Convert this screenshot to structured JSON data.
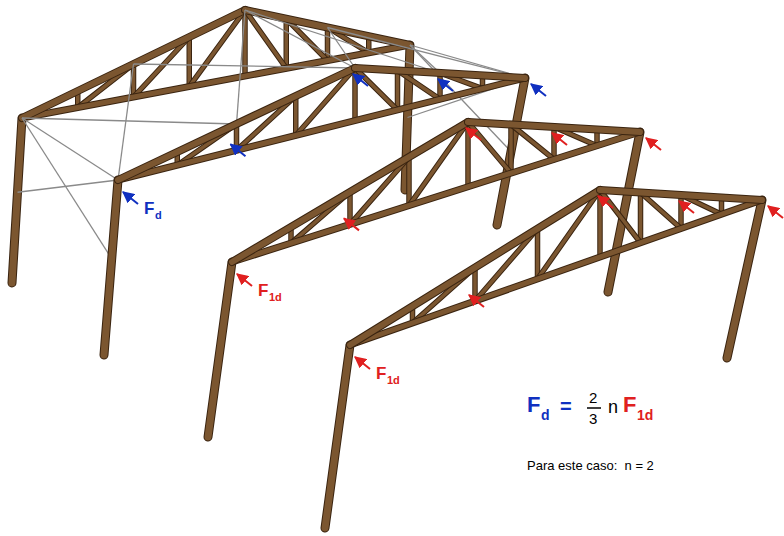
{
  "diagram": {
    "labels": [
      "F",
      "d",
      "F",
      "1d",
      "F",
      "1d",
      "F",
      "d",
      "=",
      "2",
      "3",
      "n",
      "F",
      "1d",
      "Para este caso:  n = 2"
    ]
  }
}
